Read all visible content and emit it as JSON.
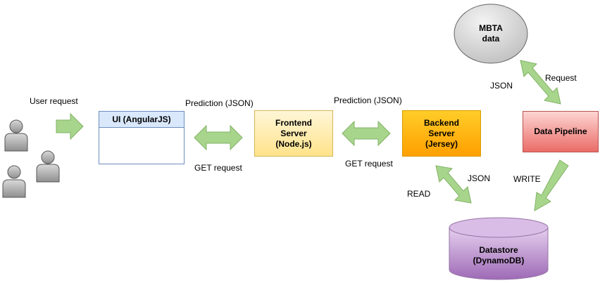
{
  "nodes": {
    "ui": {
      "title": "UI (AngularJS)"
    },
    "frontend": {
      "line1": "Frontend",
      "line2": "Server",
      "line3": "(Node.js)"
    },
    "backend": {
      "line1": "Backend",
      "line2": "Server",
      "line3": "(Jersey)"
    },
    "mbta": {
      "line1": "MBTA",
      "line2": "data"
    },
    "pipeline": {
      "label": "Data Pipeline"
    },
    "datastore": {
      "line1": "Datastore",
      "line2": "(DynamoDB)"
    }
  },
  "edges": {
    "user_request": "User request",
    "ui_frontend_top": "Prediction (JSON)",
    "ui_frontend_bottom": "GET request",
    "frontend_backend_top": "Prediction (JSON)",
    "frontend_backend_bottom": "GET request",
    "mbta_json": "JSON",
    "mbta_request": "Request",
    "backend_read": "READ",
    "backend_json": "JSON",
    "pipeline_write": "WRITE"
  },
  "colors": {
    "arrow_fill": "#a8d58c",
    "arrow_stroke": "#82b366",
    "ui_header": "#dae8fc",
    "ui_border": "#6c8ebf",
    "frontend_fill": "#fff2cc",
    "frontend_border": "#d6b656",
    "backend_fill": "#ffb000",
    "backend_border": "#d79b00",
    "pipeline_fill": "#f0716d",
    "pipeline_border": "#b85450",
    "datastore_fill": "#a97fc0",
    "datastore_border": "#9673a6",
    "mbta_fill": "#d6d6d6",
    "user_fill": "#aaaaaa"
  }
}
